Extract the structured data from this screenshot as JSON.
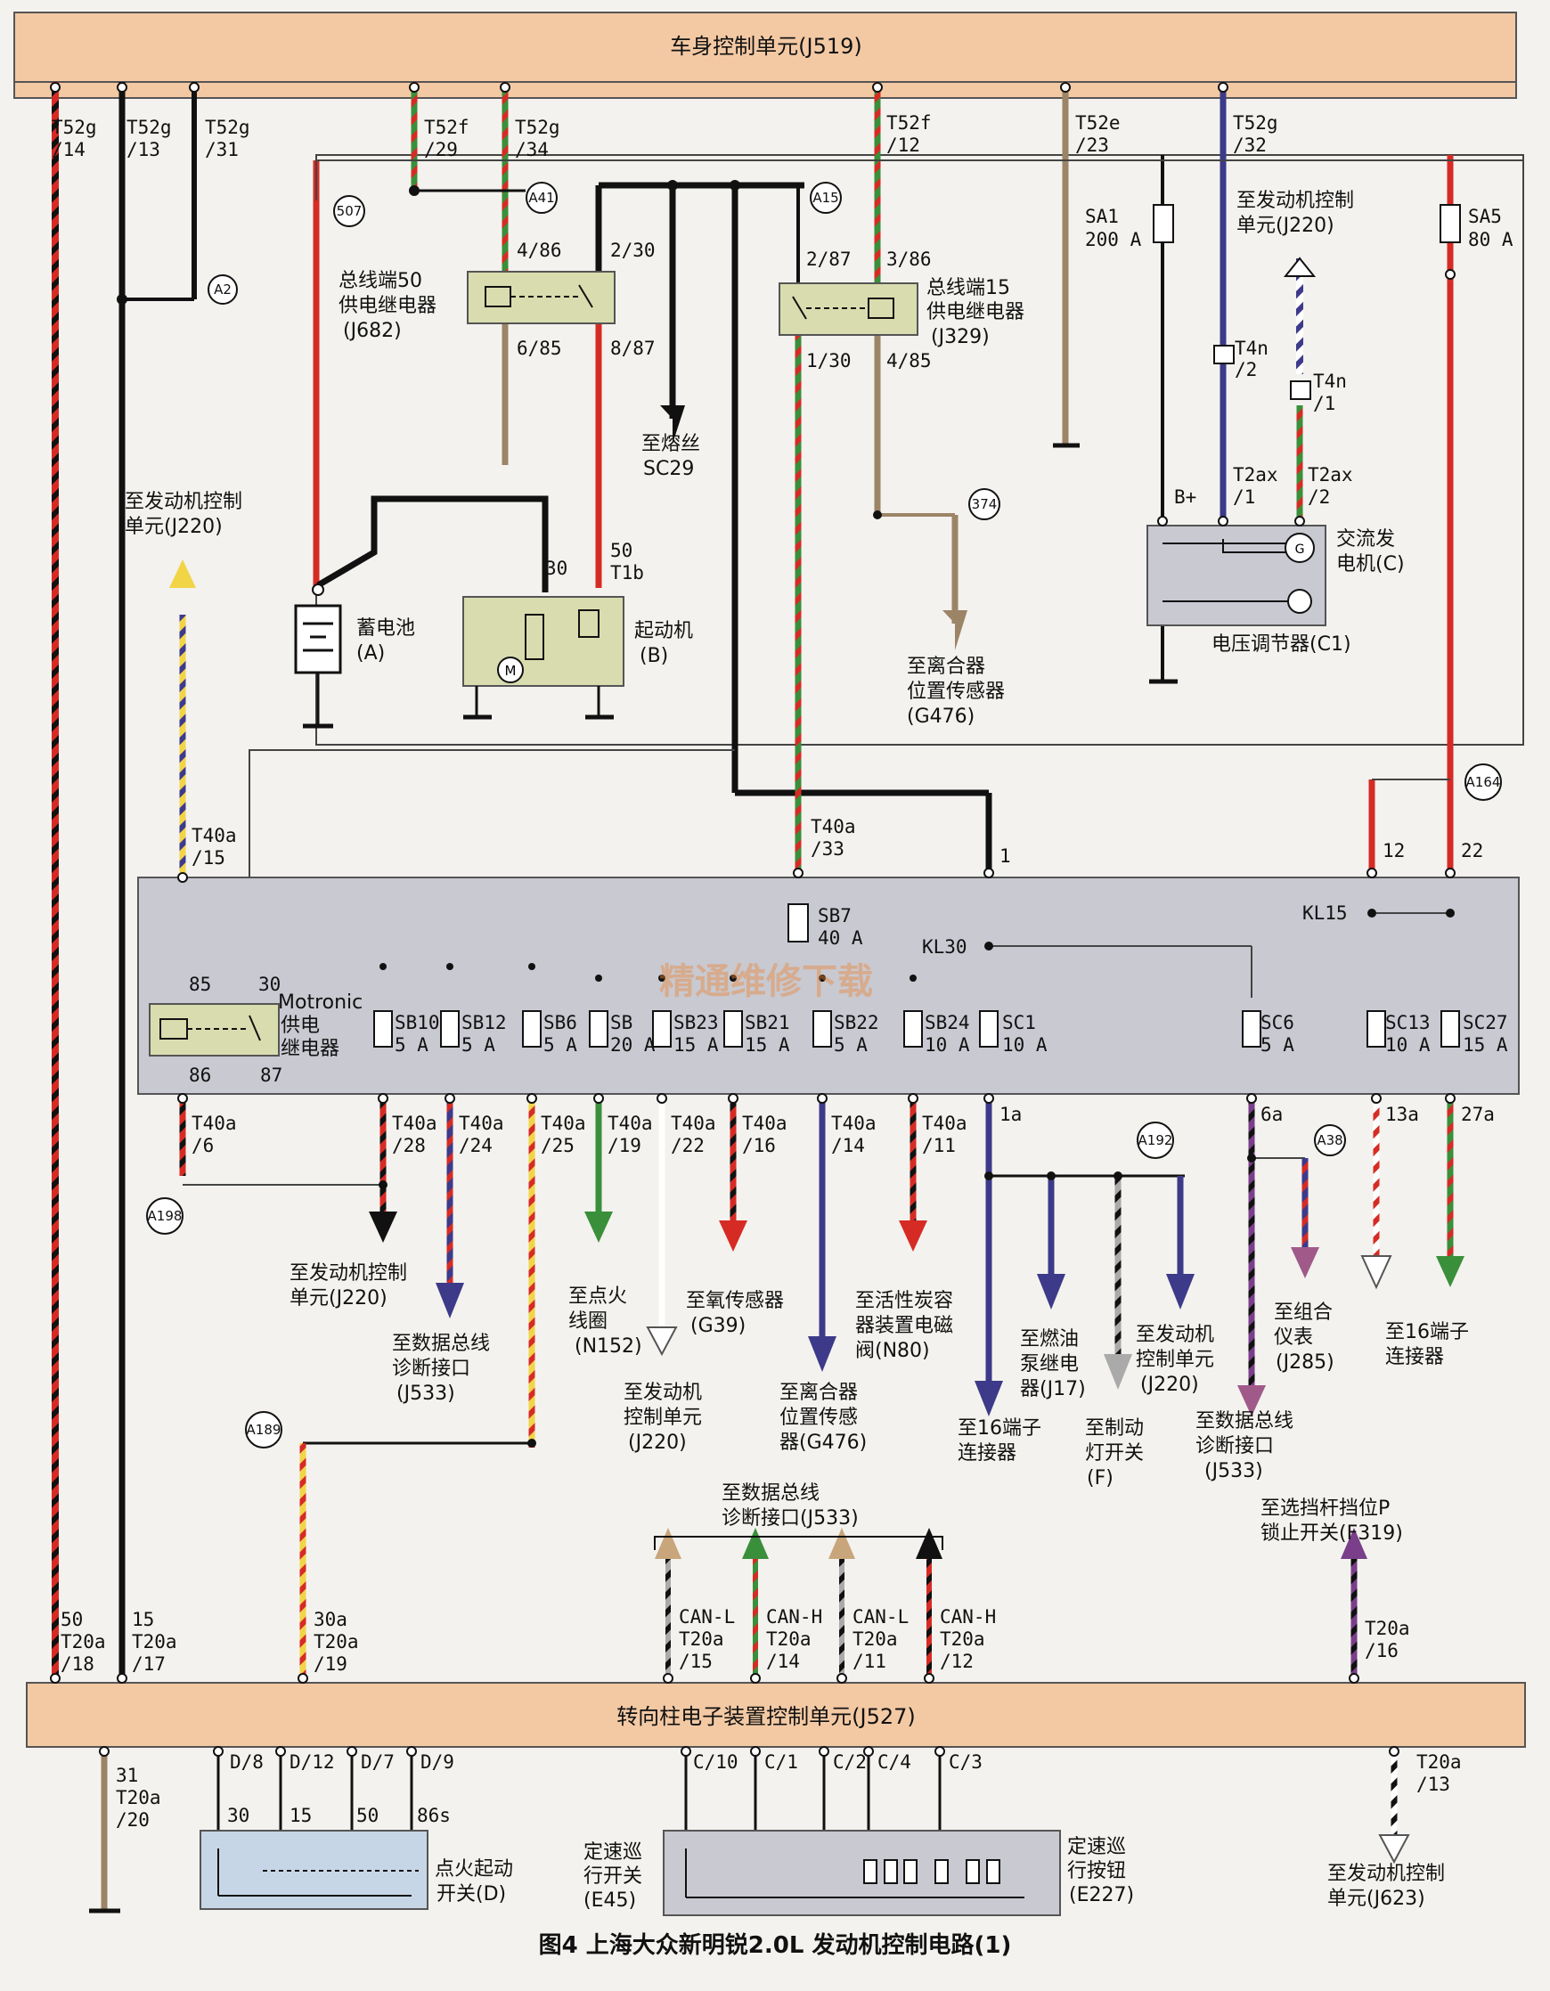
{
  "title": "图4 上海大众新明锐2.0L 发动机控制电路(1)",
  "watermark": "精通维修下载",
  "colors": {
    "header_bar": "#f3c9a4",
    "relay_box": "#d9dcae",
    "fuse_panel": "#c8c9d1",
    "red": "#d62b24",
    "green": "#3a8f3a",
    "brown": "#9c8466",
    "violet": "#3d3a8a",
    "yellow": "#f2d447",
    "black": "#111111"
  },
  "units": {
    "j519": "车身控制单元(J519)",
    "j527": "转向柱电子装置控制单元(J527)",
    "j682": [
      "总线端50",
      "供电继电器",
      "(J682)"
    ],
    "j329": [
      "总线端15",
      "供电继电器",
      "(J329)"
    ],
    "motronic": [
      "Motronic",
      "供电",
      "继电器"
    ],
    "battery": [
      "蓄电池",
      "(A)"
    ],
    "starter": [
      "起动机",
      "(B)"
    ],
    "alternator": [
      "交流发",
      "电机(C)"
    ],
    "regulator": "电压调节器(C1)",
    "ignition": [
      "点火起动",
      "开关(D)"
    ],
    "e45": [
      "定速巡",
      "行开关",
      "(E45)"
    ],
    "e227": [
      "定速巡",
      "行按钮",
      "(E227)"
    ]
  },
  "pins": {
    "t52g_14": [
      "T52g",
      "/14"
    ],
    "t52g_13": [
      "T52g",
      "/13"
    ],
    "t52g_31": [
      "T52g",
      "/31"
    ],
    "t52f_29": [
      "T52f",
      "/29"
    ],
    "t52g_34": [
      "T52g",
      "/34"
    ],
    "t52f_12": [
      "T52f",
      "/12"
    ],
    "t52e_23": [
      "T52e",
      "/23"
    ],
    "t52g_32": [
      "T52g",
      "/32"
    ],
    "p486": "4/86",
    "p685": "6/85",
    "p230": "2/30",
    "p887": "8/87",
    "p287": "2/87",
    "p386": "3/86",
    "p130": "1/30",
    "p485": "4/85",
    "sa1": [
      "SA1",
      "200 A"
    ],
    "sa5": [
      "SA5",
      "80 A"
    ],
    "t4n2": [
      "T4n",
      "/2"
    ],
    "t4n1": [
      "T4n",
      "/1"
    ],
    "t2ax1": [
      "T2ax",
      "/1"
    ],
    "t2ax2": [
      "T2ax",
      "/2"
    ],
    "bplus": "B+",
    "p30": "30",
    "p50": [
      "50",
      "T1b"
    ],
    "t40a15": [
      "T40a",
      "/15"
    ],
    "t40a33": [
      "T40a",
      "/33"
    ],
    "n1": "1",
    "n12": "12",
    "n22": "22",
    "sb7": [
      "SB7",
      "40 A"
    ],
    "kl30": "KL30",
    "kl15": "KL15",
    "r85": "85",
    "r30": "30",
    "r86": "86",
    "r87": "87",
    "t40a6": [
      "T40a",
      "/6"
    ],
    "b1a": "1a",
    "b6a": "6a",
    "b13a": "13a",
    "b27a": "27a",
    "t20a18": [
      "50",
      "T20a",
      "/18"
    ],
    "t20a17": [
      "15",
      "T20a",
      "/17"
    ],
    "t20a19": [
      "30a",
      "T20a",
      "/19"
    ],
    "t20a16": [
      "T20a",
      "/16"
    ],
    "t20a20": [
      "31",
      "T20a",
      "/20"
    ],
    "t20a13": [
      "T20a",
      "/13"
    ],
    "d8": "D/8",
    "d12": "D/12",
    "d7": "D/7",
    "d9": "D/9",
    "s30": "30",
    "s15": "15",
    "s50": "50",
    "s86s": "86s",
    "c10": "C/10",
    "c1": "C/1",
    "c2": "C/2",
    "c4": "C/4",
    "c3": "C/3"
  },
  "fuses": [
    {
      "name": "SB10",
      "rating": "5 A",
      "pin": "T40a",
      "num": "/28"
    },
    {
      "name": "SB12",
      "rating": "5 A",
      "pin": "T40a",
      "num": "/24"
    },
    {
      "name": "SB6",
      "rating": "5 A",
      "pin": "T40a",
      "num": "/25"
    },
    {
      "name": "SB",
      "rating": "20 A",
      "pin": "T40a",
      "num": "/19"
    },
    {
      "name": "SB23",
      "rating": "15 A",
      "pin": "T40a",
      "num": "/22"
    },
    {
      "name": "SB21",
      "rating": "15 A",
      "pin": "T40a",
      "num": "/16"
    },
    {
      "name": "SB22",
      "rating": "5 A",
      "pin": "T40a",
      "num": "/14"
    },
    {
      "name": "SB24",
      "rating": "10 A",
      "pin": "T40a",
      "num": "/11"
    },
    {
      "name": "SC1",
      "rating": "10 A"
    },
    {
      "name": "SC6",
      "rating": "5 A"
    },
    {
      "name": "SC13",
      "rating": "10 A"
    },
    {
      "name": "SC27",
      "rating": "15 A"
    }
  ],
  "destinations": {
    "fuse_sc29": [
      "至熔丝",
      "SC29"
    ],
    "g476_top": [
      "至离合器",
      "位置传感器",
      "(G476)"
    ],
    "j220_top": [
      "至发动机控制",
      "单元(J220)"
    ],
    "j220_left": [
      "至发动机控制",
      "单元(J220)"
    ],
    "j220_mid": [
      "至发动机",
      "控制单元",
      "(J220)"
    ],
    "j220_right": [
      "至发动机",
      "控制单元",
      "(J220)"
    ],
    "j220_alt": [
      "至发动机控制",
      "单元(J220)"
    ],
    "j533_a": [
      "至数据总线",
      "诊断接口",
      "(J533)"
    ],
    "n152": [
      "至点火",
      "线圈",
      "(N152)"
    ],
    "g39": [
      "至氧传感器",
      "(G39)"
    ],
    "g476_mid": [
      "至离合器",
      "位置传感",
      "器(G476)"
    ],
    "n80": [
      "至活性炭容",
      "器装置电磁",
      "阀(N80)"
    ],
    "conn16_a": [
      "至16端子",
      "连接器"
    ],
    "j17": [
      "至燃油",
      "泵继电",
      "器(J17)"
    ],
    "brake": [
      "至制动",
      "灯开关",
      "(F)"
    ],
    "j533_b": [
      "至数据总线",
      "诊断接口",
      "(J533)"
    ],
    "j285": [
      "至组合",
      "仪表",
      "(J285)"
    ],
    "conn16_b": [
      "至16端子",
      "连接器"
    ],
    "j533_bus": [
      "至数据总线",
      "诊断接口(J533)"
    ],
    "f319": [
      "至选挡杆挡位P",
      "锁止开关(F319)"
    ],
    "j623": [
      "至发动机控制",
      "单元(J623)"
    ]
  },
  "can_bus": [
    {
      "sig": "CAN-L",
      "pin": "T20a",
      "num": "/15"
    },
    {
      "sig": "CAN-H",
      "pin": "T20a",
      "num": "/14"
    },
    {
      "sig": "CAN-L",
      "pin": "T20a",
      "num": "/11"
    },
    {
      "sig": "CAN-H",
      "pin": "T20a",
      "num": "/12"
    }
  ],
  "connectors": {
    "c507": "507",
    "cA41": "A41",
    "cA15": "A15",
    "cA2": "A2",
    "c374": "374",
    "cA164": "A164",
    "cA198": "A198",
    "cA192": "A192",
    "cA38": "A38",
    "cA189": "A189"
  }
}
